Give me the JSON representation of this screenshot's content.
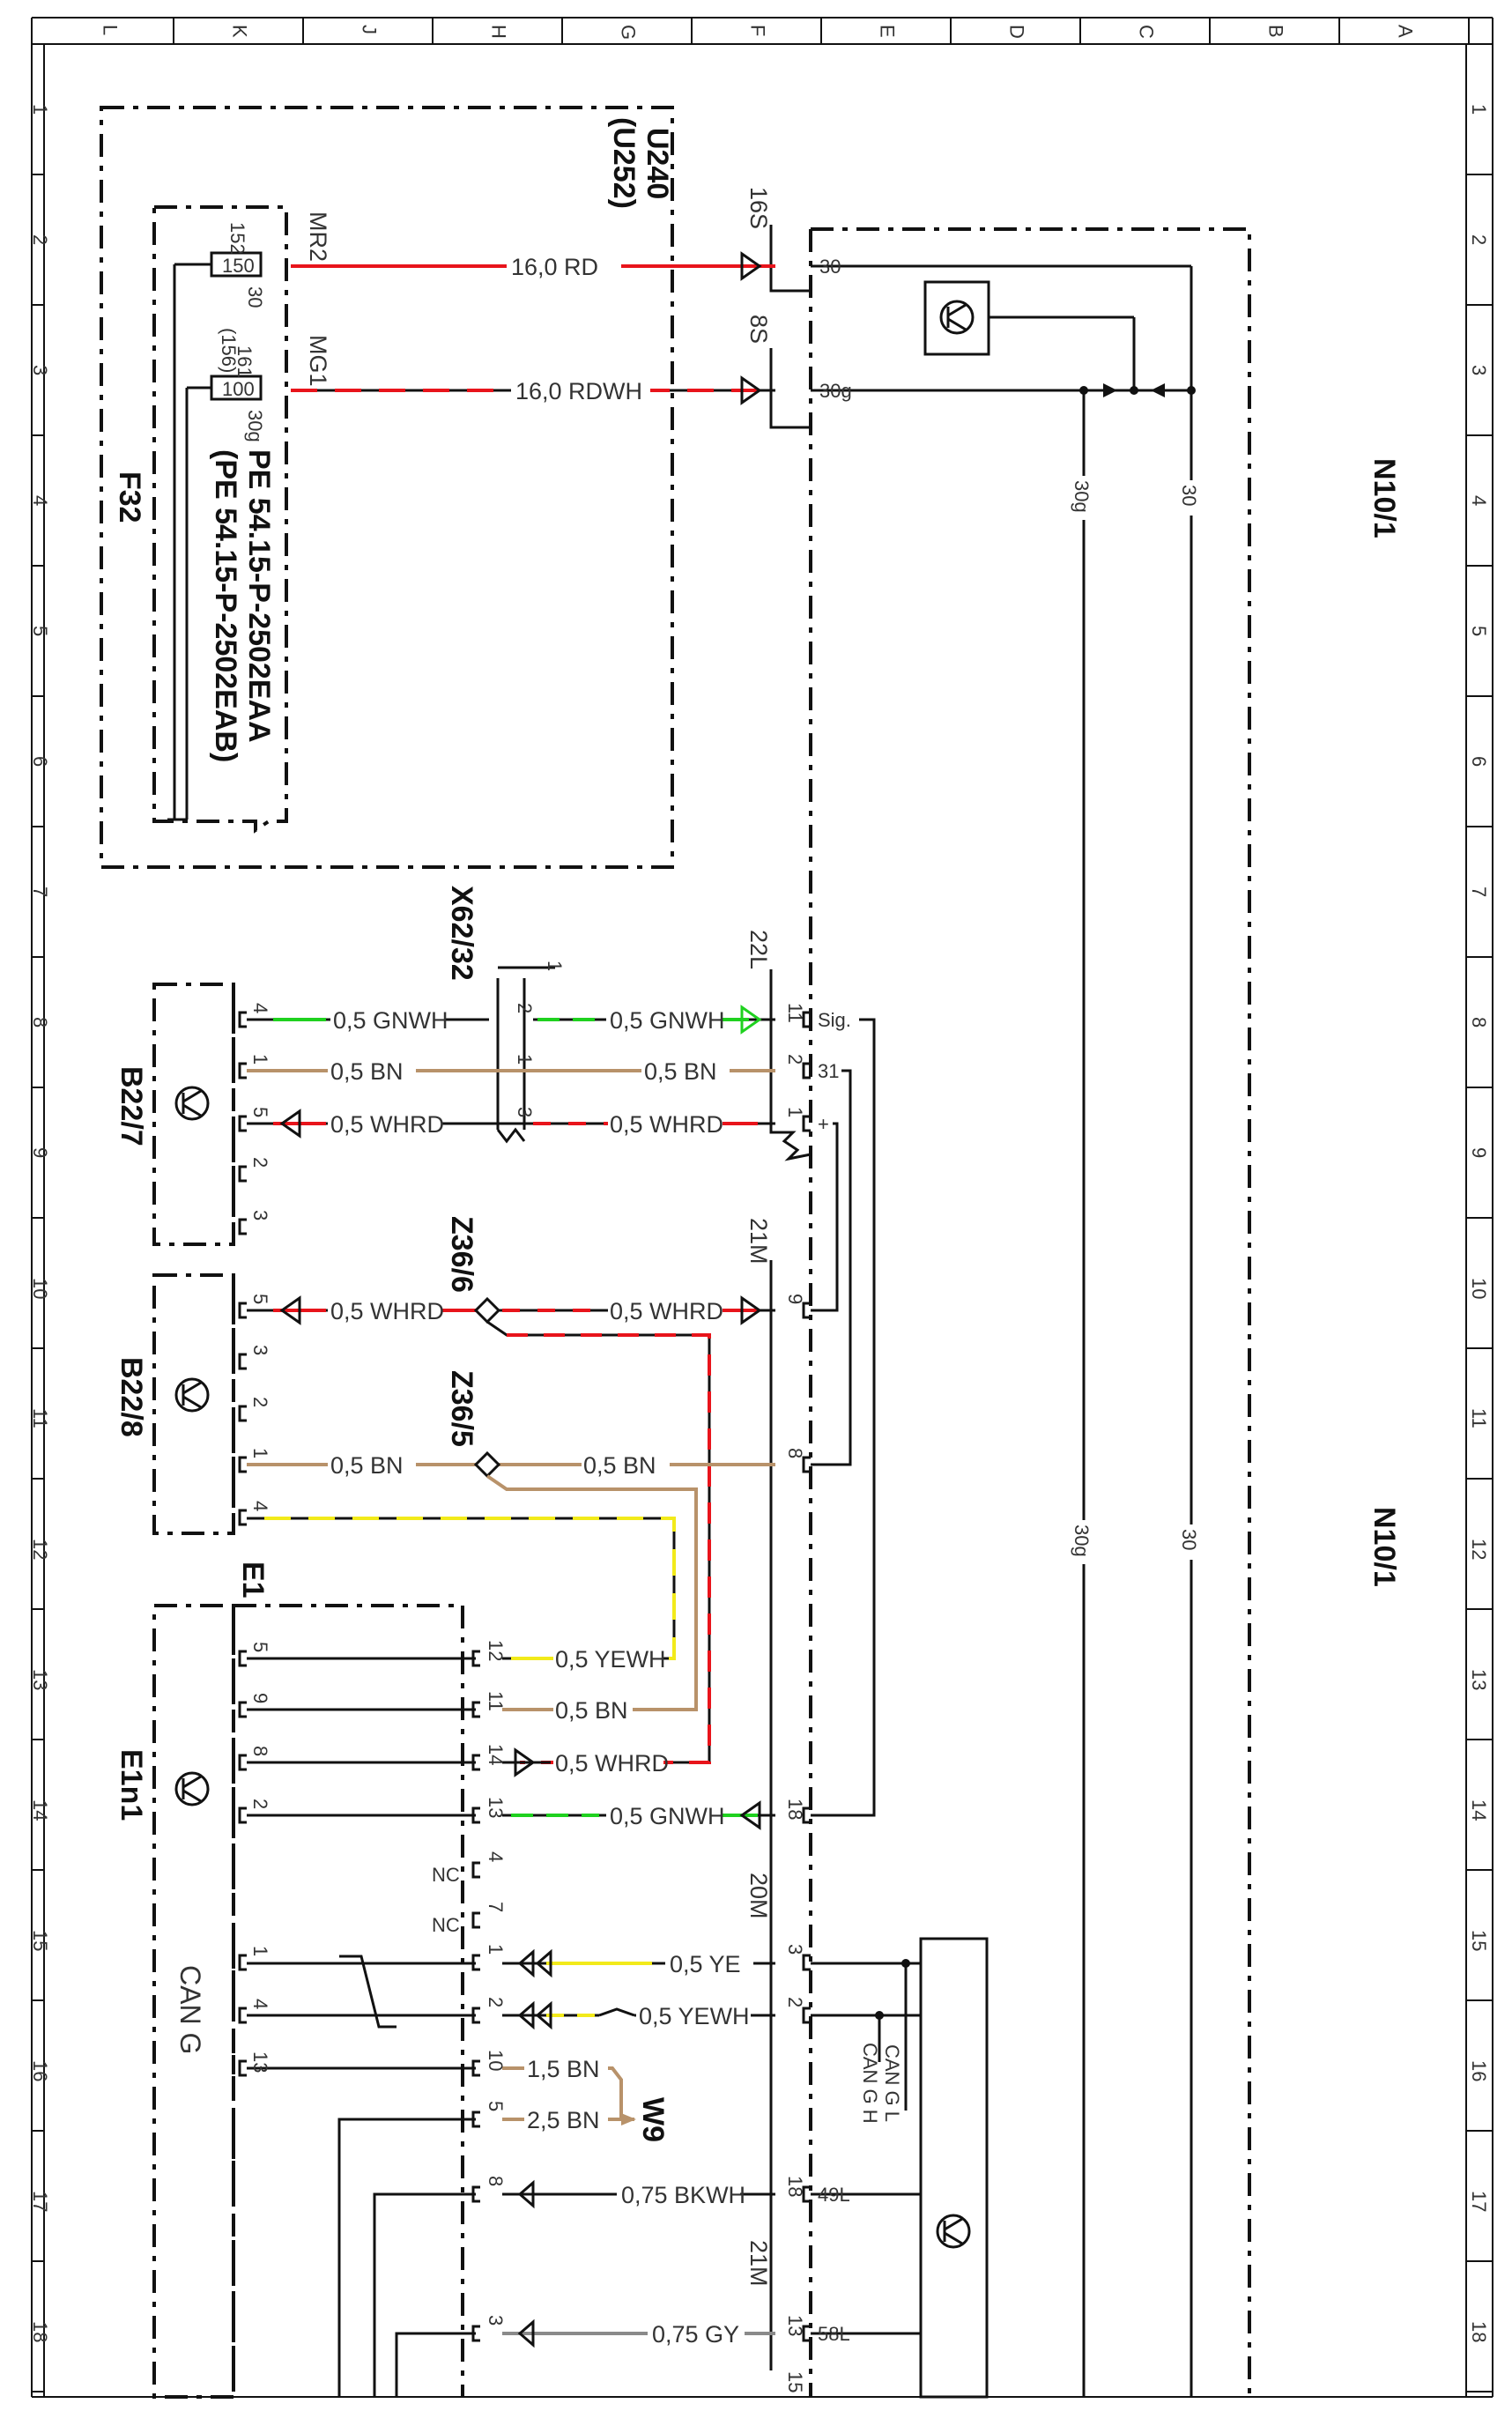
{
  "grid": {
    "col_letters": [
      "L",
      "K",
      "J",
      "H",
      "G",
      "F",
      "E",
      "D",
      "C",
      "B",
      "A"
    ],
    "row_numbers": [
      "1",
      "2",
      "3",
      "4",
      "5",
      "6",
      "7",
      "8",
      "9",
      "10",
      "11",
      "12",
      "13",
      "14",
      "15",
      "16",
      "17",
      "18"
    ]
  },
  "components": {
    "u240": "U240",
    "u252": "(U252)",
    "f32": "F32",
    "n10_1_top": "N10/1",
    "n10_1_bottom": "N10/1",
    "x62_32": "X62/32",
    "z36_6": "Z36/6",
    "z36_5": "Z36/5",
    "b22_7": "B22/7",
    "b22_8": "B22/8",
    "e1": "E1",
    "e1n1": "E1n1",
    "w9": "W9",
    "can_g": "CAN G"
  },
  "refs": {
    "pe1": "PE 54.15-P-2502EAA",
    "pe2": "(PE 54.15-P-2502EAB)"
  },
  "fuse": {
    "mr2": "MR2",
    "mg1": "MG1",
    "f152": "152",
    "f150": "150",
    "p30": "30",
    "f161": "161",
    "f156": "(156)",
    "f100": "100",
    "p30g": "30g"
  },
  "connectors": {
    "c16s": "16S",
    "c8s": "8S",
    "c22l": "22L",
    "c21m_a": "21M",
    "c20m": "20M",
    "c21m_b": "21M"
  },
  "n10_pins": {
    "p30": "30",
    "p30g": "30g",
    "sig": "Sig.",
    "p31": "31",
    "plus": "+",
    "p49l": "49L",
    "p58l": "58L",
    "can_l": "CAN G L",
    "can_h": "CAN G H",
    "bus30g_a": "30g",
    "bus30_a": "30",
    "bus30g_b": "30g",
    "bus30_b": "30"
  },
  "wires": {
    "w_rd": "16,0 RD",
    "w_rdwh": "16,0 RDWH",
    "w8_left": "0,5 GNWH",
    "w8_right": "0,5 GNWH",
    "w85_left": "0,5 BN",
    "w85_right": "0,5 BN",
    "w9_left": "0,5 WHRD",
    "w9_right": "0,5 WHRD",
    "w10_left": "0,5 WHRD",
    "w10_right": "0,5 WHRD",
    "w11_left": "0,5 BN",
    "w11_right": "0,5 BN",
    "w13": "0,5 YEWH",
    "w135": "0,5 BN",
    "w14a": "0,5 WHRD",
    "w14b": "0,5 GNWH",
    "w15": "0,5 YE",
    "w155": "0,5 YEWH",
    "w16": "1,5 BN",
    "w165": "2,5 BN",
    "w17": "0,75 BKWH",
    "w18": "0,75 GY"
  },
  "pins": {
    "b227": [
      "4",
      "1",
      "5",
      "2",
      "3"
    ],
    "x62": [
      "2",
      "1",
      "3"
    ],
    "x62_top": "1",
    "n22l": [
      "11",
      "2",
      "1"
    ],
    "b228": [
      "5",
      "3",
      "2",
      "1",
      "4"
    ],
    "n21m": [
      "9",
      "8",
      "18"
    ],
    "e1_left": [
      "5",
      "9",
      "8",
      "2",
      "1",
      "4",
      "13"
    ],
    "e1_right": [
      "12",
      "11",
      "14",
      "13",
      "4",
      "7",
      "1",
      "2",
      "10",
      "5",
      "8",
      "3"
    ],
    "nc1": "NC",
    "nc2": "NC",
    "n20m": [
      "3",
      "2",
      "18"
    ],
    "n21mb": [
      "13",
      "15"
    ]
  },
  "colors": {
    "red": "#e8141b",
    "green": "#1fd11f",
    "brown": "#b8926a",
    "yellow": "#f2ea1a",
    "gray": "#8a8a8a",
    "black": "#111111"
  }
}
